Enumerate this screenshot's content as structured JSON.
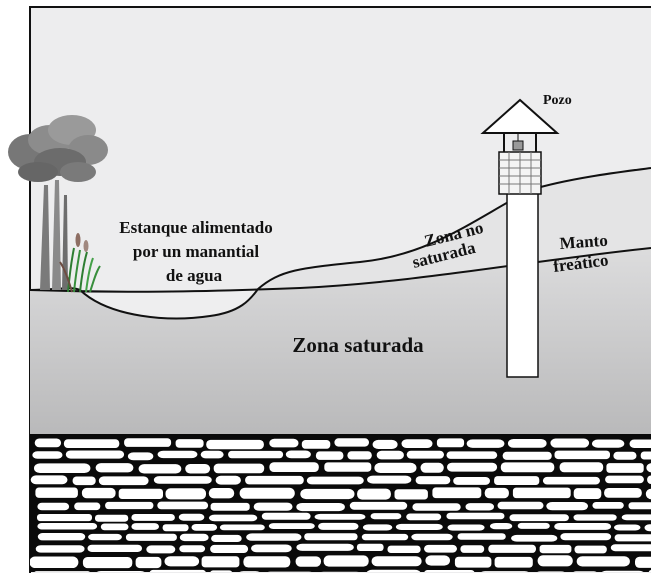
{
  "labels": {
    "well": "Pozo",
    "pond_line1": "Estanque alimentado",
    "pond_line2": "por un manantial",
    "pond_line3": "de agua",
    "unsaturated_line1": "Zona no",
    "unsaturated_line2": "saturada",
    "water_table_line1": "Manto",
    "water_table_line2": "freático",
    "saturated": "Zona saturada"
  },
  "colors": {
    "sky": "#ededee",
    "unsaturated_zone": "#e6e6e7",
    "saturated_top": "#dcdcdd",
    "saturated_bottom": "#b9b9ba",
    "bedrock": "#0a0a0a",
    "outline": "#111111"
  }
}
